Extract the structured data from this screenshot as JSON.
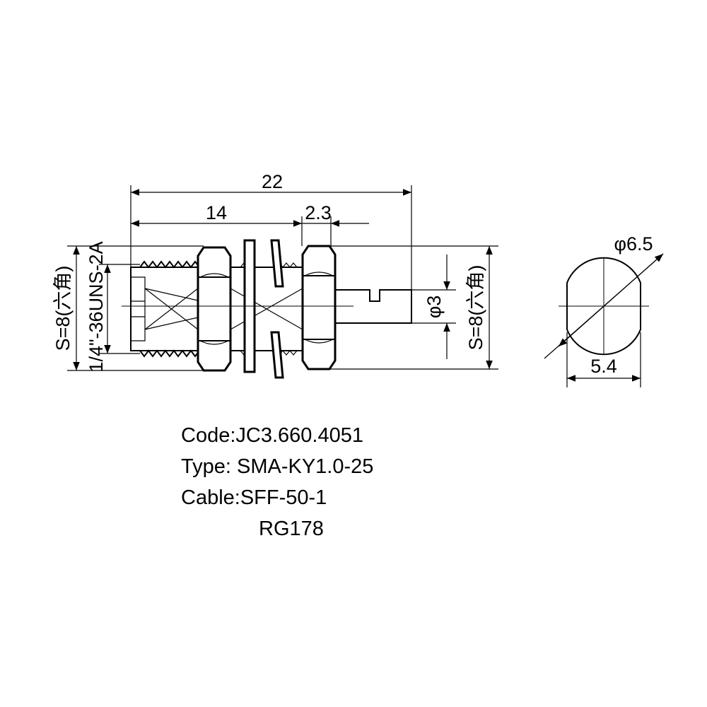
{
  "dimensions": {
    "overall_length": "22",
    "body_length": "14",
    "nut_gap": "2.3",
    "hex_left": "S=8(六角)",
    "thread": "1/4\"-36UNS-2A",
    "pin_diameter": "φ3",
    "hex_right": "S=8(六角)",
    "outer_diameter": "φ6.5",
    "flat_width": "5.4"
  },
  "spec": {
    "code": "Code:JC3.660.4051",
    "type": "Type: SMA-KY1.0-25",
    "cable": "Cable:SFF-50-1",
    "cable_alt": "RG178"
  }
}
